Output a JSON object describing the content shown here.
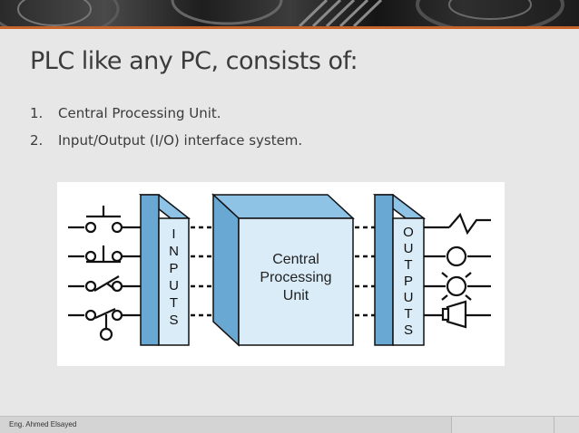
{
  "slide": {
    "title": "PLC like any PC, consists of:",
    "list": [
      {
        "num": "1.",
        "text": "Central Processing Unit."
      },
      {
        "num": "2.",
        "text": "Input/Output (I/O) interface system."
      }
    ]
  },
  "diagram": {
    "inputs_letters": [
      "I",
      "N",
      "P",
      "U",
      "T",
      "S"
    ],
    "outputs_letters": [
      "O",
      "U",
      "T",
      "P",
      "U",
      "T",
      "S"
    ],
    "cpu_lines": [
      "Central",
      "Processing",
      "Unit"
    ]
  },
  "footer": {
    "author": "Eng. Ahmed Elsayed"
  },
  "colors": {
    "accent": "#c8632a",
    "module_front": "#d9ecf8",
    "module_side": "#6aa8d4",
    "module_top": "#8fc3e6"
  }
}
